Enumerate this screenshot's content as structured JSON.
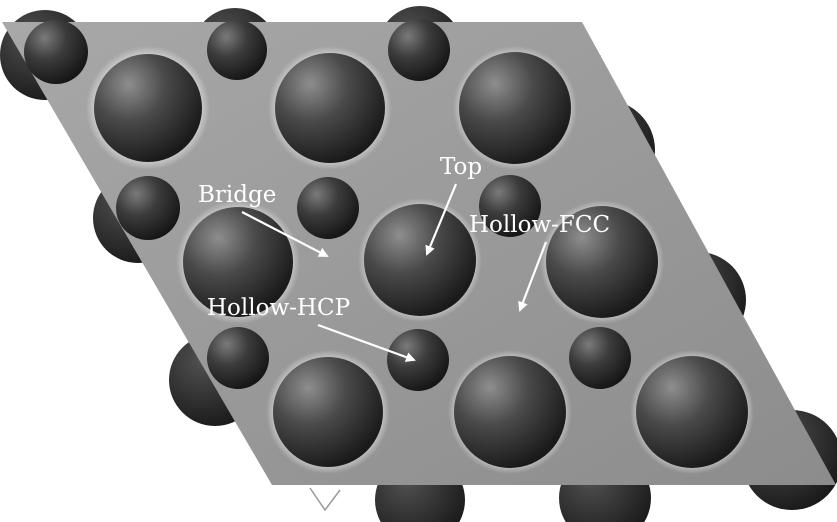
{
  "figure": {
    "labels": {
      "bridge": "Bridge",
      "top": "Top",
      "hollow_fcc": "Hollow-FCC",
      "hollow_hcp": "Hollow-HCP"
    },
    "colors": {
      "background": "#ffffff",
      "surface_plane": "#9a9a9a",
      "atom_dark": "#1e1e1e",
      "atom_highlight": "#8c8c8c",
      "annotation": "#ffffff"
    }
  }
}
